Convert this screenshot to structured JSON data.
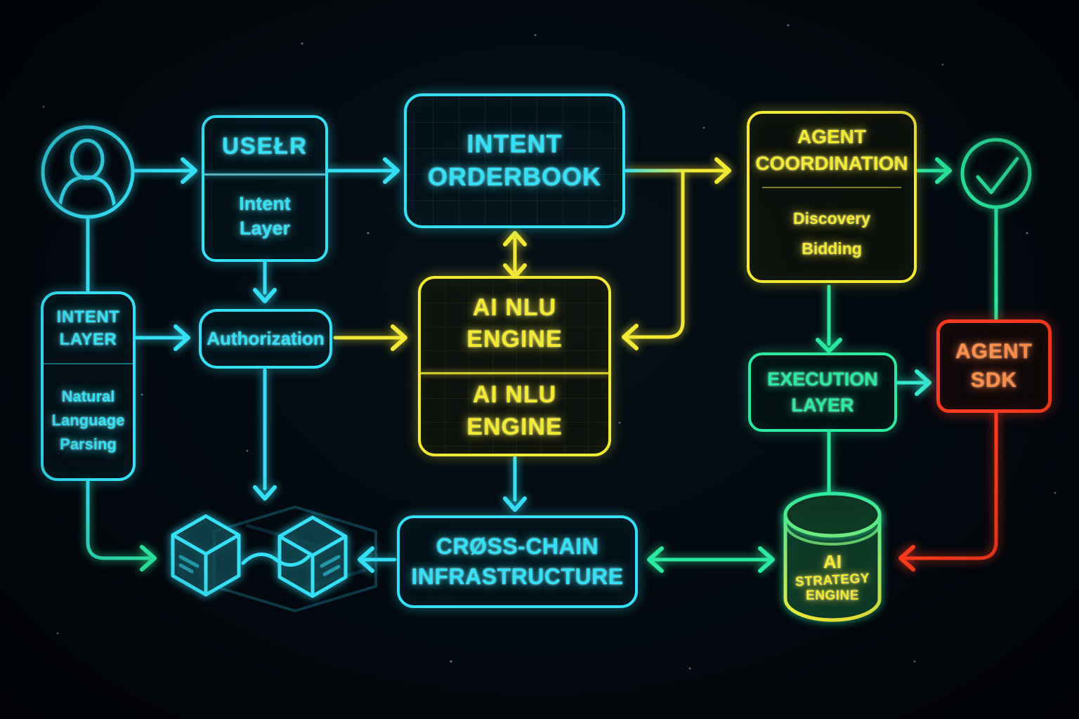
{
  "palette": {
    "cyan": "#35dff5",
    "yellow": "#f2e935",
    "green": "#2be9a1",
    "red": "#ff3a1e",
    "orange": "#ff8f4a",
    "teal": "#35e8cf",
    "bg": "#020609"
  },
  "icons": {
    "user": "user-avatar-icon",
    "check": "checkmark-circle-icon",
    "cubes": "blockchain-cubes-icon",
    "cylinder": "database-cylinder-icon"
  },
  "nodes": {
    "user": {
      "title": "USEŁR",
      "sub": "Intent\nLayer"
    },
    "intent_orderbook": {
      "line1": "INTENT",
      "line2": "ORDERBOOK"
    },
    "agent_coordination": {
      "line1": "AGENT",
      "line2": "COORDINATION",
      "item1": "Discovery",
      "item2": "Bidding"
    },
    "intent_layer": {
      "line1": "INTENT",
      "line2": "LAYER",
      "body1": "Natural",
      "body2": "Language",
      "body3": "Parsing"
    },
    "authorization": {
      "label": "Authorization"
    },
    "ai_nlu": {
      "top1": "AI NLU",
      "top2": "ENGINE",
      "bot1": "AI NLU",
      "bot2": "ENGINE"
    },
    "execution_layer": {
      "line1": "EXECUTION",
      "line2": "LAYER"
    },
    "agent_sdk": {
      "line1": "AGENT",
      "line2": "SDK"
    },
    "cross_chain": {
      "line1": "CRØSS-CHAIN",
      "line2": "INFRASTRUCTURE"
    },
    "strategy_engine": {
      "line1": "AI",
      "line2": "STRATEGY",
      "line3": "ENGINE"
    }
  }
}
